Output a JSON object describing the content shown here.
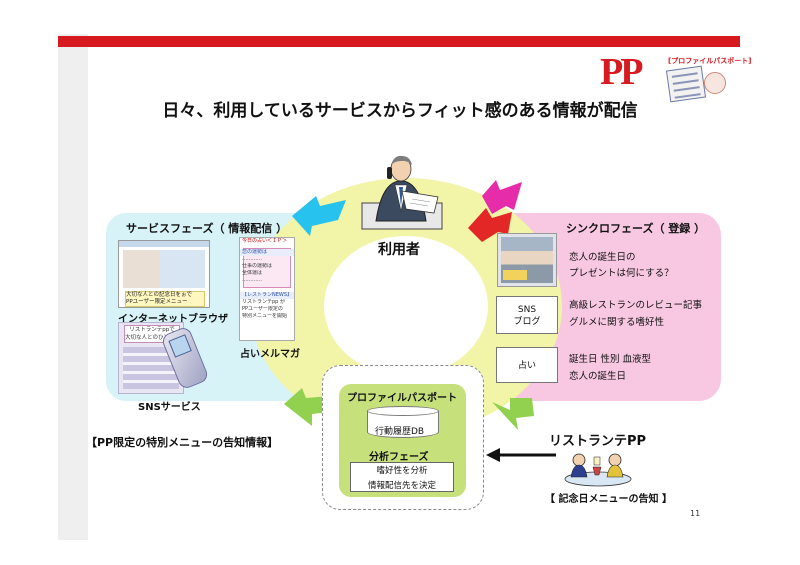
{
  "logo": {
    "text": "PP",
    "subtitle": "[プロファイルパスポート]"
  },
  "title": "日々、利用しているサービスからフィット感のある情報が配信",
  "user": {
    "label": "利用者"
  },
  "service_phase": {
    "title": "サービスフェーズ（ 情報配信 ）",
    "browser_label": "インターネットブラウザ",
    "browser_caption": [
      "大切な人との記念日をぉで",
      "PPユーザー限定メニュー"
    ],
    "mag_label": "占いメルマガ",
    "mag_text": [
      "今日の占い＜ＩＰ＞",
      "恋の運勢は",
      "…………",
      "仕事の運勢は",
      "全体運は",
      "…………",
      "【レストランNEWS】",
      "リストランテpp が",
      "PPユーザー限定の",
      "特別メニューを開始"
    ],
    "sns_label": "SNSサービス",
    "sns_note": [
      "リストランテppで",
      "大切な人とのひとときを"
    ]
  },
  "sync_phase": {
    "title": "シンクロフェーズ（ 登録 ）",
    "row1": [
      "恋人の誕生日の",
      "プレゼントは何にする？"
    ],
    "row2_box": [
      "SNS",
      "ブログ"
    ],
    "row2": [
      "高級レストランのレビュー記事",
      "グルメに関する嗜好性"
    ],
    "row3_box": "占い",
    "row3": [
      "誕生日  性別  血液型",
      "恋人の誕生日"
    ]
  },
  "profile_passport": {
    "title": "プロファイルパスポート",
    "db_label": "行動履歴DB",
    "analysis_title": "分析フェーズ",
    "analysis_text": [
      "嗜好性を分析",
      "情報配信先を決定"
    ]
  },
  "notice_left": "【PP限定の特別メニューの告知情報】",
  "restaurant": {
    "title": "リストランテPP",
    "notice": "【 記念日メニューの告知 】"
  },
  "page_number": "11",
  "colors": {
    "red": "#d71920",
    "cyan_panel": "#d7f3f8",
    "pink_panel": "#f8c8e3",
    "yellow_ring": "#f2f4a8",
    "green_panel": "#c6e07c",
    "arrow_cyan": "#27c3ee",
    "arrow_magenta": "#e62ca8",
    "arrow_red": "#e32626",
    "arrow_green": "#92d050"
  }
}
